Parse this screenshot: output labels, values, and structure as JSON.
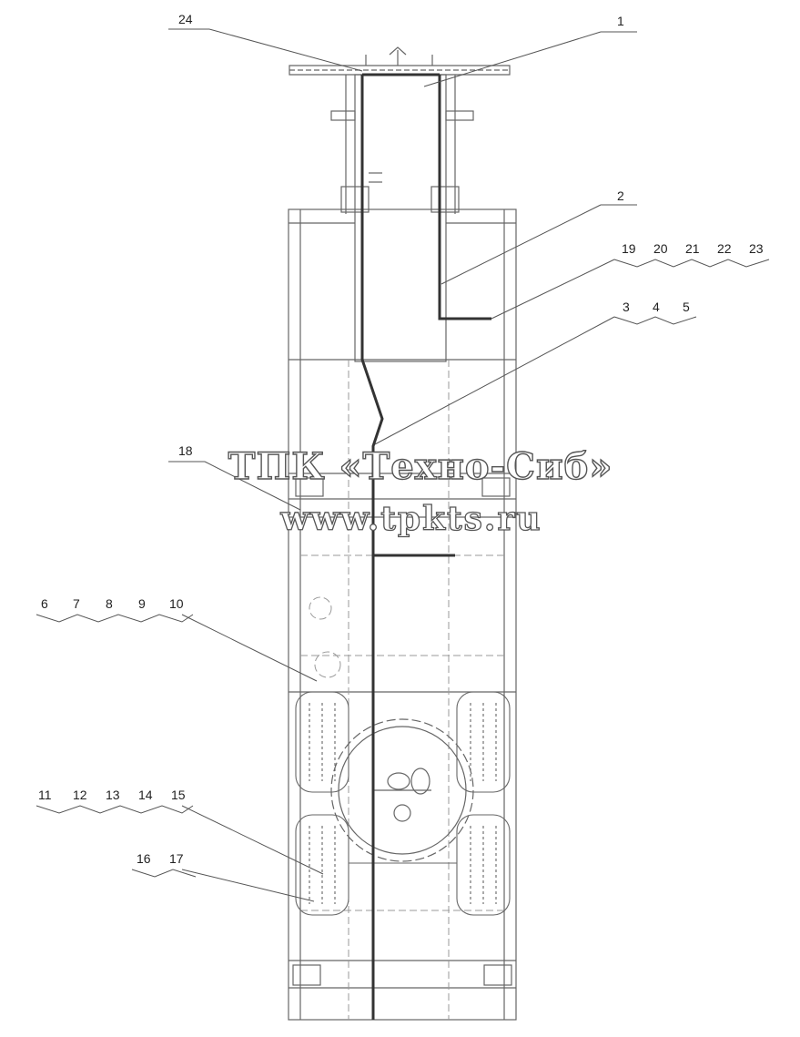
{
  "callouts": {
    "c1": "1",
    "c2": "2",
    "c3_5": [
      "3",
      "4",
      "5"
    ],
    "c6_10": [
      "6",
      "7",
      "8",
      "9",
      "10"
    ],
    "c11_15": [
      "11",
      "12",
      "13",
      "14",
      "15"
    ],
    "c16_17": [
      "16",
      "17"
    ],
    "c18": "18",
    "c19_23": [
      "19",
      "20",
      "21",
      "22",
      "23"
    ],
    "c24": "24"
  },
  "watermark": {
    "line1": "ТПК «Техно-Сиб»",
    "line2": "www.tpkts.ru"
  },
  "colors": {
    "line": "#666666",
    "harness": "#333333",
    "dash": "#999999"
  }
}
